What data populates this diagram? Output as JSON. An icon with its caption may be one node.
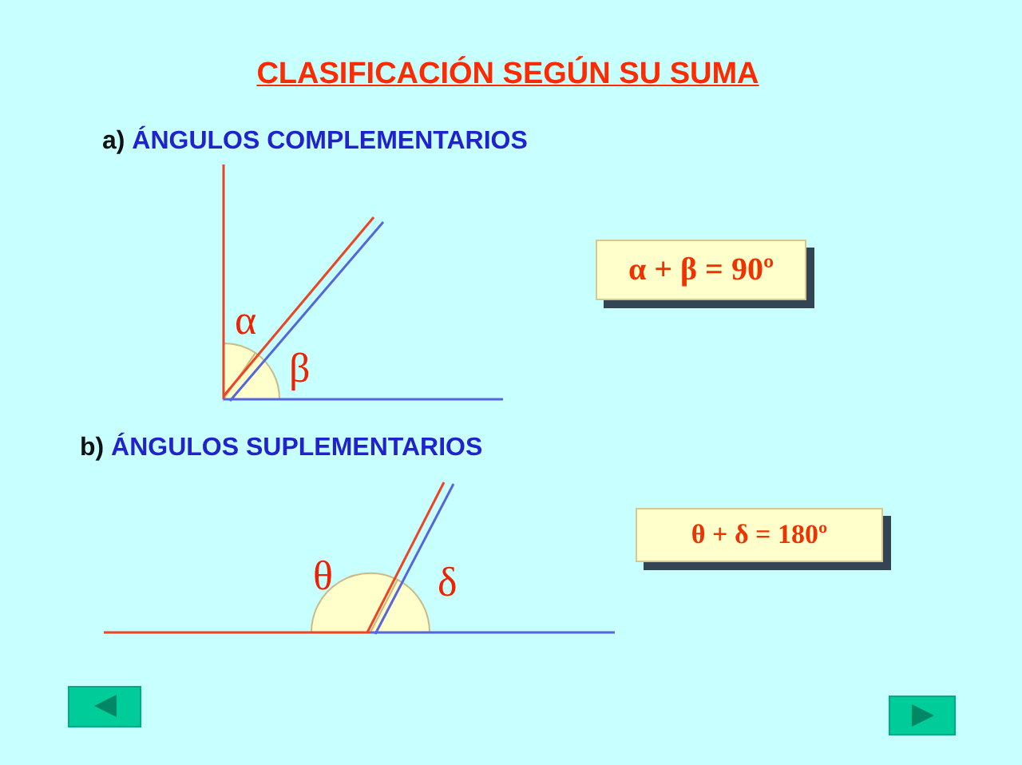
{
  "diagram": {
    "title": "CLASIFICACIÓN SEGÚN SU SUMA",
    "nodes": [
      {
        "text": [
          "α + β = 90º"
        ]
      },
      {
        "text": [
          "θ + δ = 180º"
        ]
      }
    ],
    "labels": [
      "a) ÁNGULOS COMPLEMENTARIOS",
      "α",
      "β",
      "b) ÁNGULOS SUPLEMENTARIOS",
      "θ",
      "δ"
    ]
  }
}
